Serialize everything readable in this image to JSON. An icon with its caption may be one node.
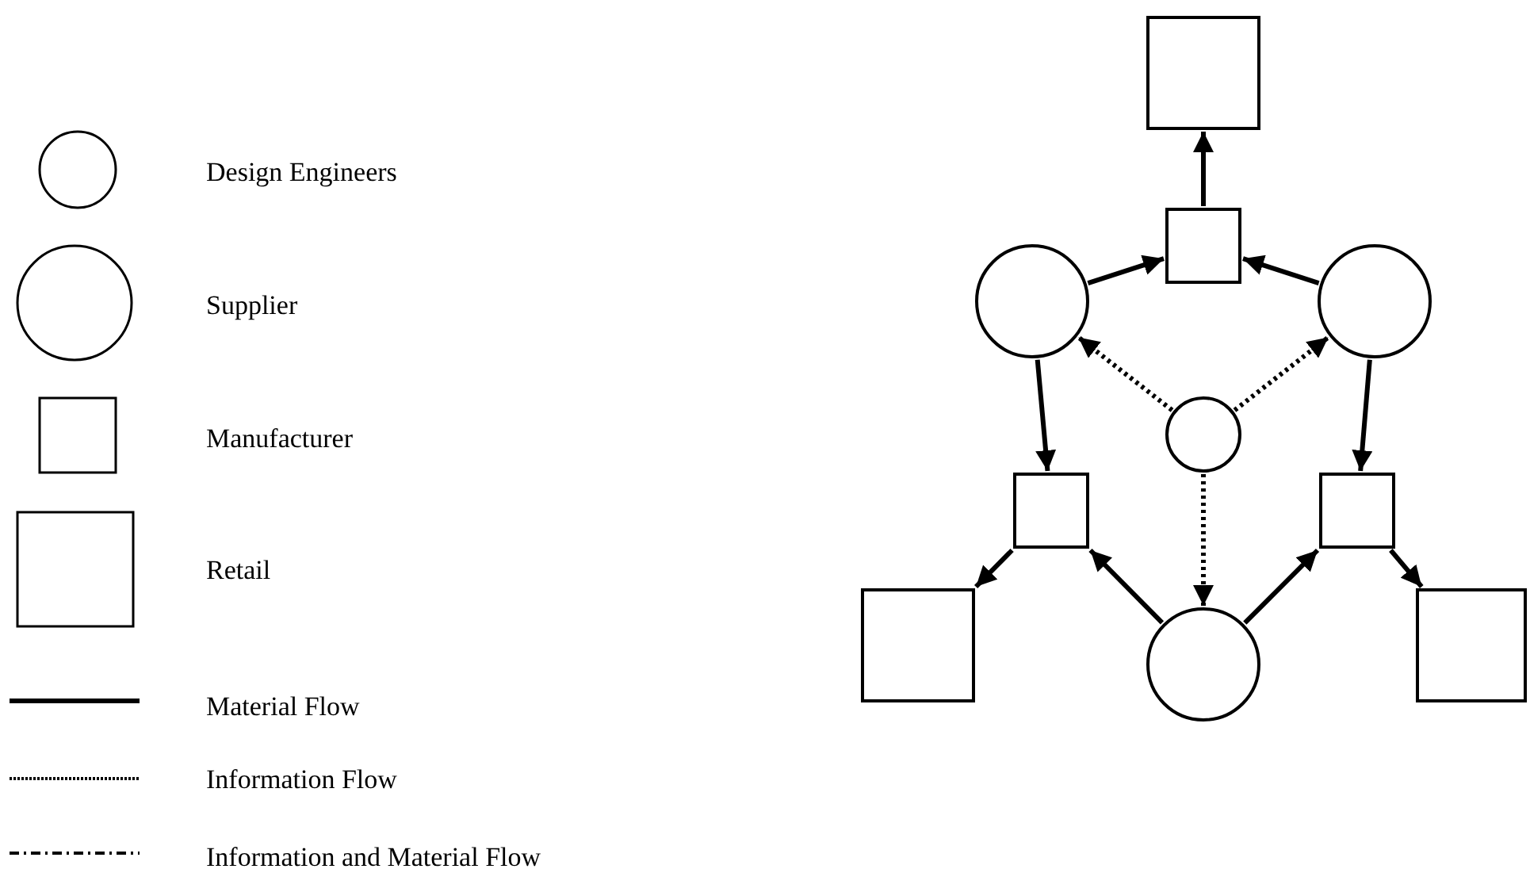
{
  "diagram": {
    "nodes": [
      {
        "text": [],
        "shape": "box"
      },
      {
        "text": [],
        "shape": "box"
      },
      {
        "text": [],
        "shape": "circle"
      },
      {
        "text": [],
        "shape": "circle"
      },
      {
        "text": [],
        "shape": "circle"
      },
      {
        "text": [],
        "shape": "box"
      },
      {
        "text": [],
        "shape": "box"
      },
      {
        "text": [],
        "shape": "box"
      },
      {
        "text": [],
        "shape": "circle"
      },
      {
        "text": [],
        "shape": "box"
      }
    ],
    "edges": [
      {
        "from": 1,
        "to": 0,
        "arrow": "to"
      },
      {
        "from": 2,
        "to": 1,
        "arrow": "to"
      },
      {
        "from": 3,
        "to": 1,
        "arrow": "to"
      },
      {
        "from": 4,
        "to": 2,
        "arrow": "to",
        "style": "dashed"
      },
      {
        "from": 4,
        "to": 3,
        "arrow": "to",
        "style": "dashed"
      },
      {
        "from": 2,
        "to": 5,
        "arrow": "to"
      },
      {
        "from": 3,
        "to": 6,
        "arrow": "to"
      },
      {
        "from": 4,
        "to": 8,
        "arrow": "to",
        "style": "dashed"
      },
      {
        "from": 5,
        "to": 7,
        "arrow": "to"
      },
      {
        "from": 8,
        "to": 5,
        "arrow": "to"
      },
      {
        "from": 8,
        "to": 6,
        "arrow": "to"
      },
      {
        "from": 6,
        "to": 9,
        "arrow": "to"
      }
    ],
    "legend": [
      {
        "text": "Design Engineers"
      },
      {
        "text": "Supplier"
      },
      {
        "text": "Manufacturer"
      },
      {
        "text": "Retail"
      },
      {
        "text": "Material Flow"
      },
      {
        "text": "Information Flow"
      },
      {
        "text": "Information and Material Flow"
      }
    ]
  }
}
